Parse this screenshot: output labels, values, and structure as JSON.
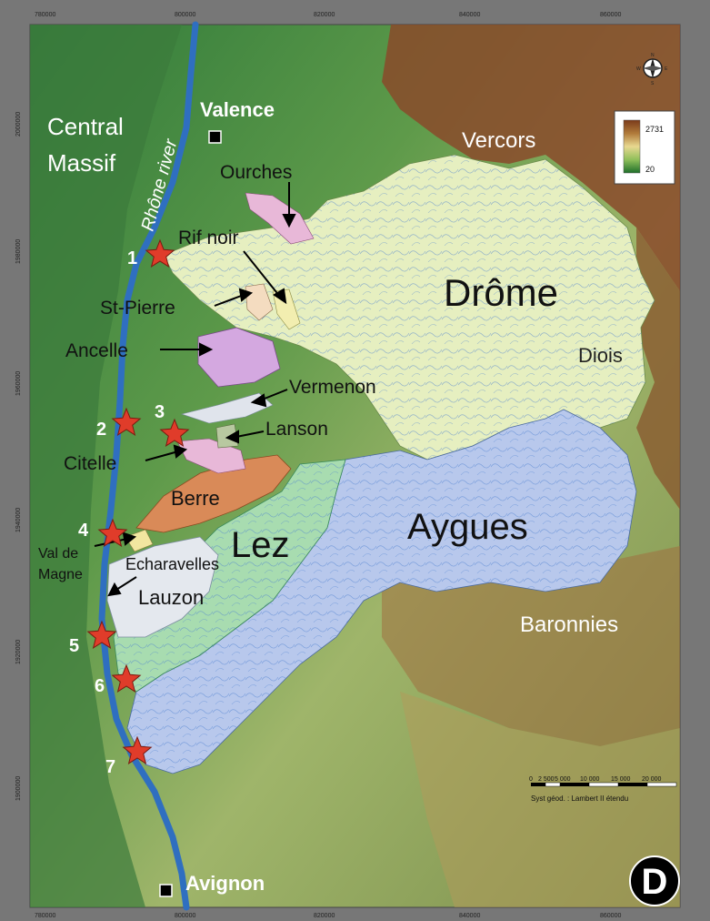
{
  "panel_letter": "D",
  "axis": {
    "top": [
      "780000",
      "800000",
      "820000",
      "840000",
      "860000"
    ],
    "bottom": [
      "780000",
      "800000",
      "820000",
      "840000",
      "860000"
    ],
    "left": [
      "2000000",
      "1980000",
      "1960000",
      "1940000",
      "1920000",
      "1900000"
    ]
  },
  "cities": {
    "valence": "Valence",
    "avignon": "Avignon"
  },
  "regions": {
    "central_massif": [
      "Central",
      "Massif"
    ],
    "vercors": "Vercors",
    "diois": "Diois",
    "baronnies": "Baronnies"
  },
  "river_label": "Rhône river",
  "basins": {
    "drome": "Drôme",
    "aygues": "Aygues",
    "lez": "Lez"
  },
  "sub_basins": {
    "ourches": "Ourches",
    "rif_noir": "Rif noir",
    "st_pierre": "St-Pierre",
    "ancelle": "Ancelle",
    "vermenon": "Vermenon",
    "lanson": "Lanson",
    "citelle": "Citelle",
    "berre": "Berre",
    "val_de_magne": [
      "Val de",
      "Magne"
    ],
    "echaravelles": "Echaravelles",
    "lauzon": "Lauzon"
  },
  "stations": [
    "1",
    "2",
    "3",
    "4",
    "5",
    "6",
    "7"
  ],
  "legend": {
    "max": "2731",
    "min": "20",
    "colors": [
      "#7a3a1a",
      "#b07a3a",
      "#e8d890",
      "#8fbf5a",
      "#1f6f2a"
    ]
  },
  "compass": {
    "n": "N",
    "s": "S",
    "e": "E",
    "w": "W"
  },
  "scale_bar": {
    "ticks": [
      "0",
      "2 500",
      "5 000",
      "10 000",
      "15 000",
      "20 000"
    ],
    "caption": "Syst géod. : Lambert II étendu"
  },
  "colors": {
    "river": "#2f6fc0",
    "drome_fill": "#e6efc0",
    "aygues_fill": "#b8c8ec",
    "lez_fill": "#a8dcb0",
    "berre_fill": "#d98a58",
    "pink_fill": "#e8b8d8",
    "star": "#e03c2a"
  }
}
